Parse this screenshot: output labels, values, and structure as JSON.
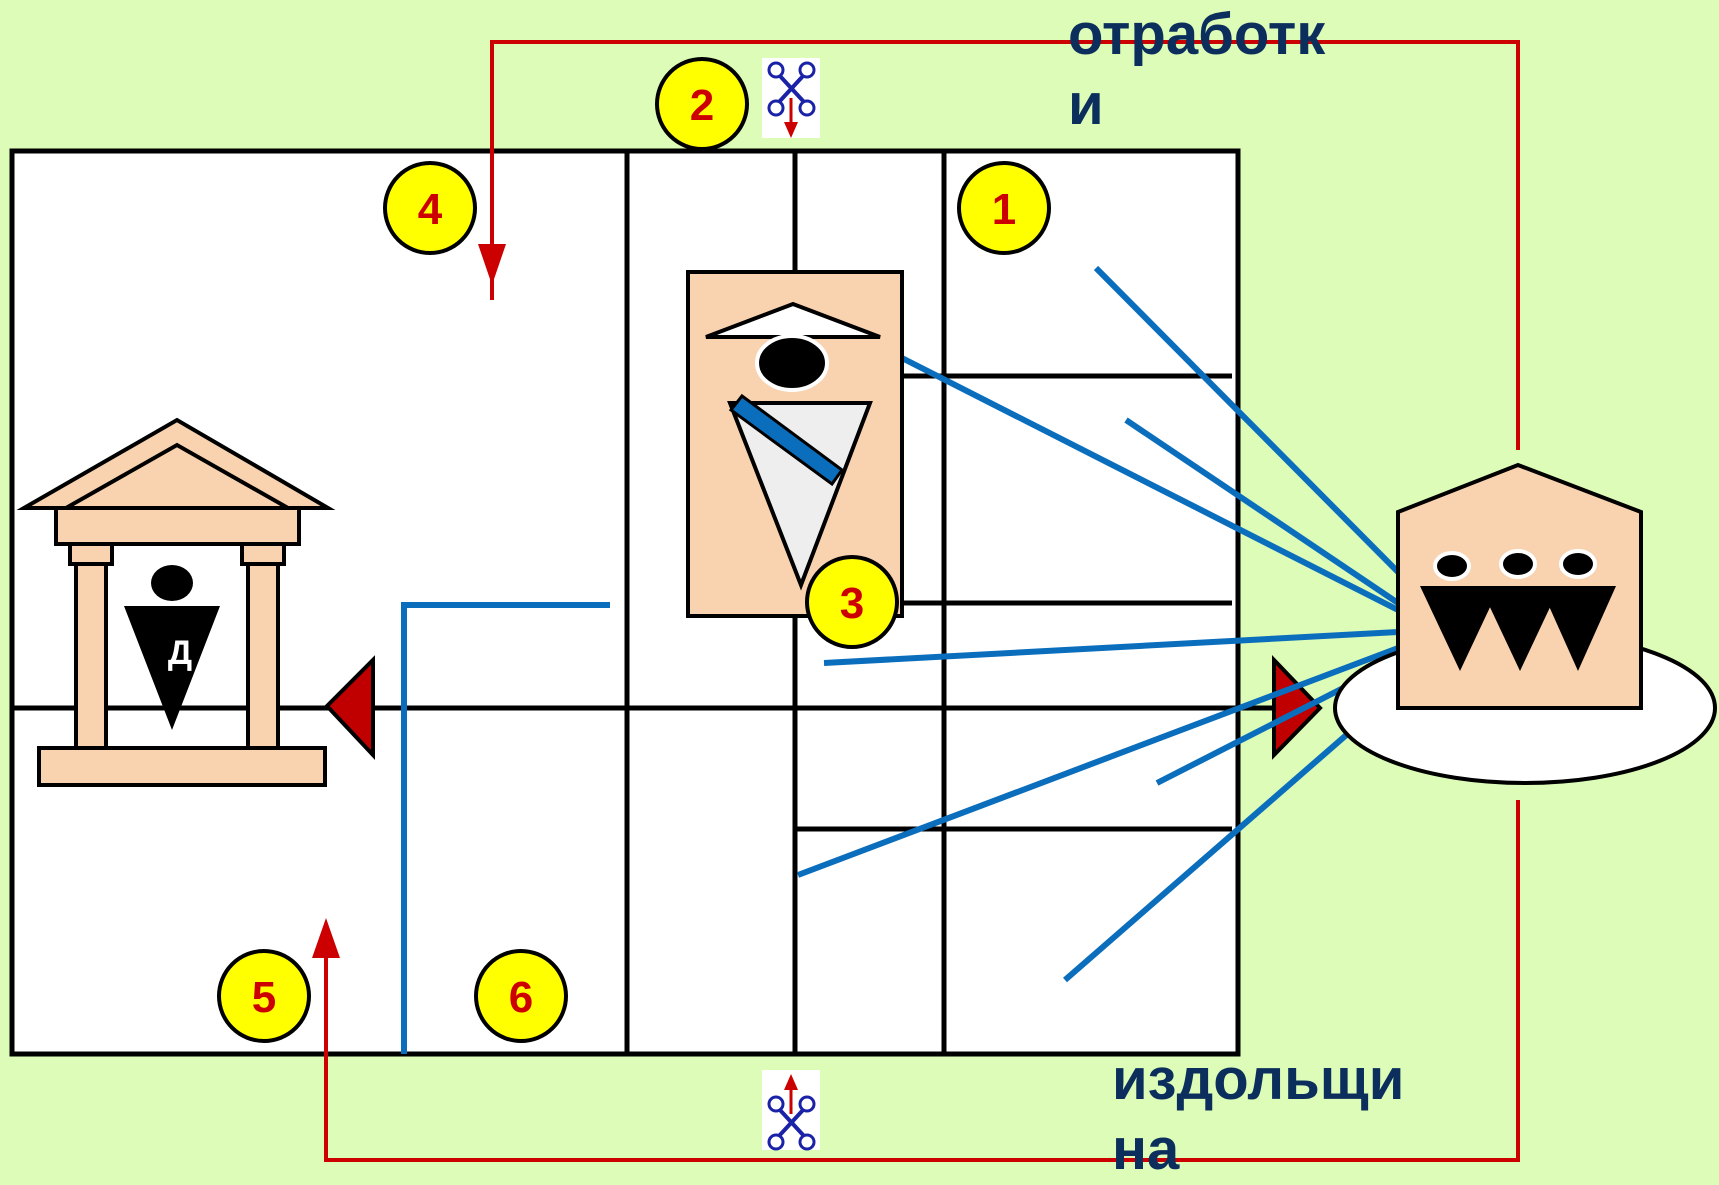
{
  "labels": {
    "top": [
      "отработк",
      "и"
    ],
    "bottom": [
      "издольщи",
      "на"
    ]
  },
  "markers": [
    "1",
    "2",
    "3",
    "4",
    "5",
    "6"
  ],
  "temple_letter": "Д",
  "icons": [
    "scissors-icon-top",
    "scissors-icon-bottom",
    "temple-icon",
    "landlord-figure",
    "peasant-house-icon"
  ],
  "colors": {
    "background": "#dcfcb8",
    "field": "#ffffff",
    "figure_fill": "#f9d2b0",
    "red_line": "#cc0000",
    "blue_line": "#0a6ebd",
    "marker_fill": "#ffff00",
    "label_text": "#0b2e5c"
  }
}
